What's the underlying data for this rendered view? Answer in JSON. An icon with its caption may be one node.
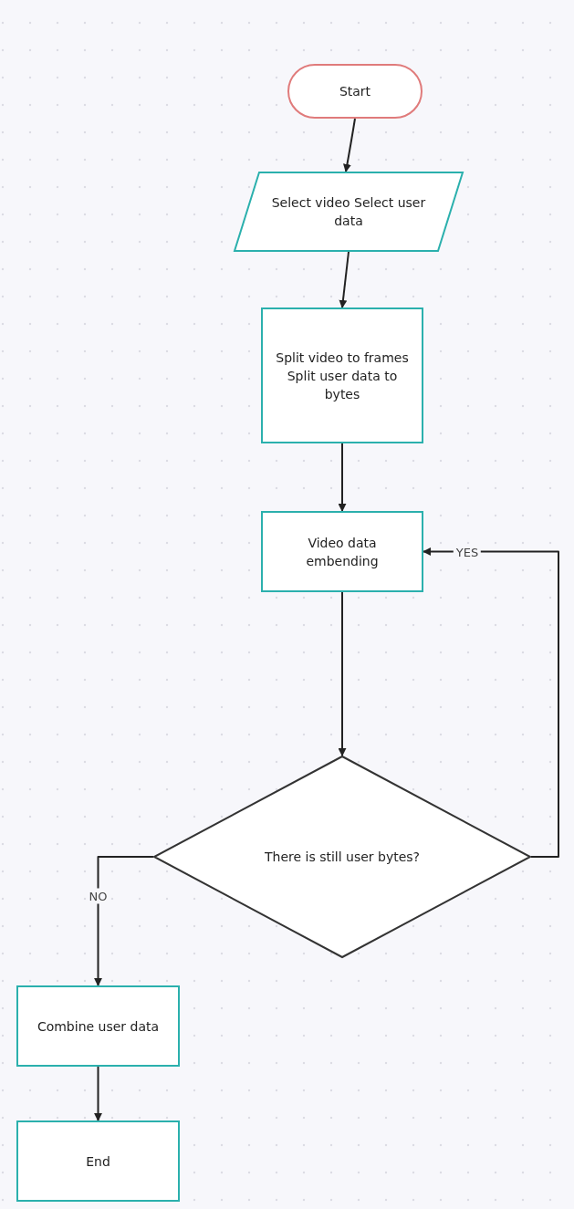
{
  "diagram": {
    "nodes": [
      {
        "text": [
          "Start"
        ]
      },
      {
        "text": [
          "Select video Select user data"
        ]
      },
      {
        "text": [
          "Split video to frames Split user data to bytes"
        ]
      },
      {
        "text": [
          "Video data embending"
        ]
      },
      {
        "text": [
          "There is still user bytes?"
        ]
      },
      {
        "text": [
          "Combine user data"
        ]
      },
      {
        "text": [
          "End"
        ]
      }
    ],
    "edges": [
      {
        "from": 0,
        "to": 1,
        "arrow": "to"
      },
      {
        "from": 1,
        "to": 2,
        "arrow": "to"
      },
      {
        "from": 2,
        "to": 3,
        "arrow": "to"
      },
      {
        "from": 3,
        "to": 4,
        "arrow": "to"
      },
      {
        "from": 4,
        "to": 3,
        "arrow": "to",
        "label": "YES"
      },
      {
        "from": 4,
        "to": 5,
        "arrow": "to",
        "label": "NO"
      },
      {
        "from": 5,
        "to": 6,
        "arrow": "to"
      }
    ]
  }
}
